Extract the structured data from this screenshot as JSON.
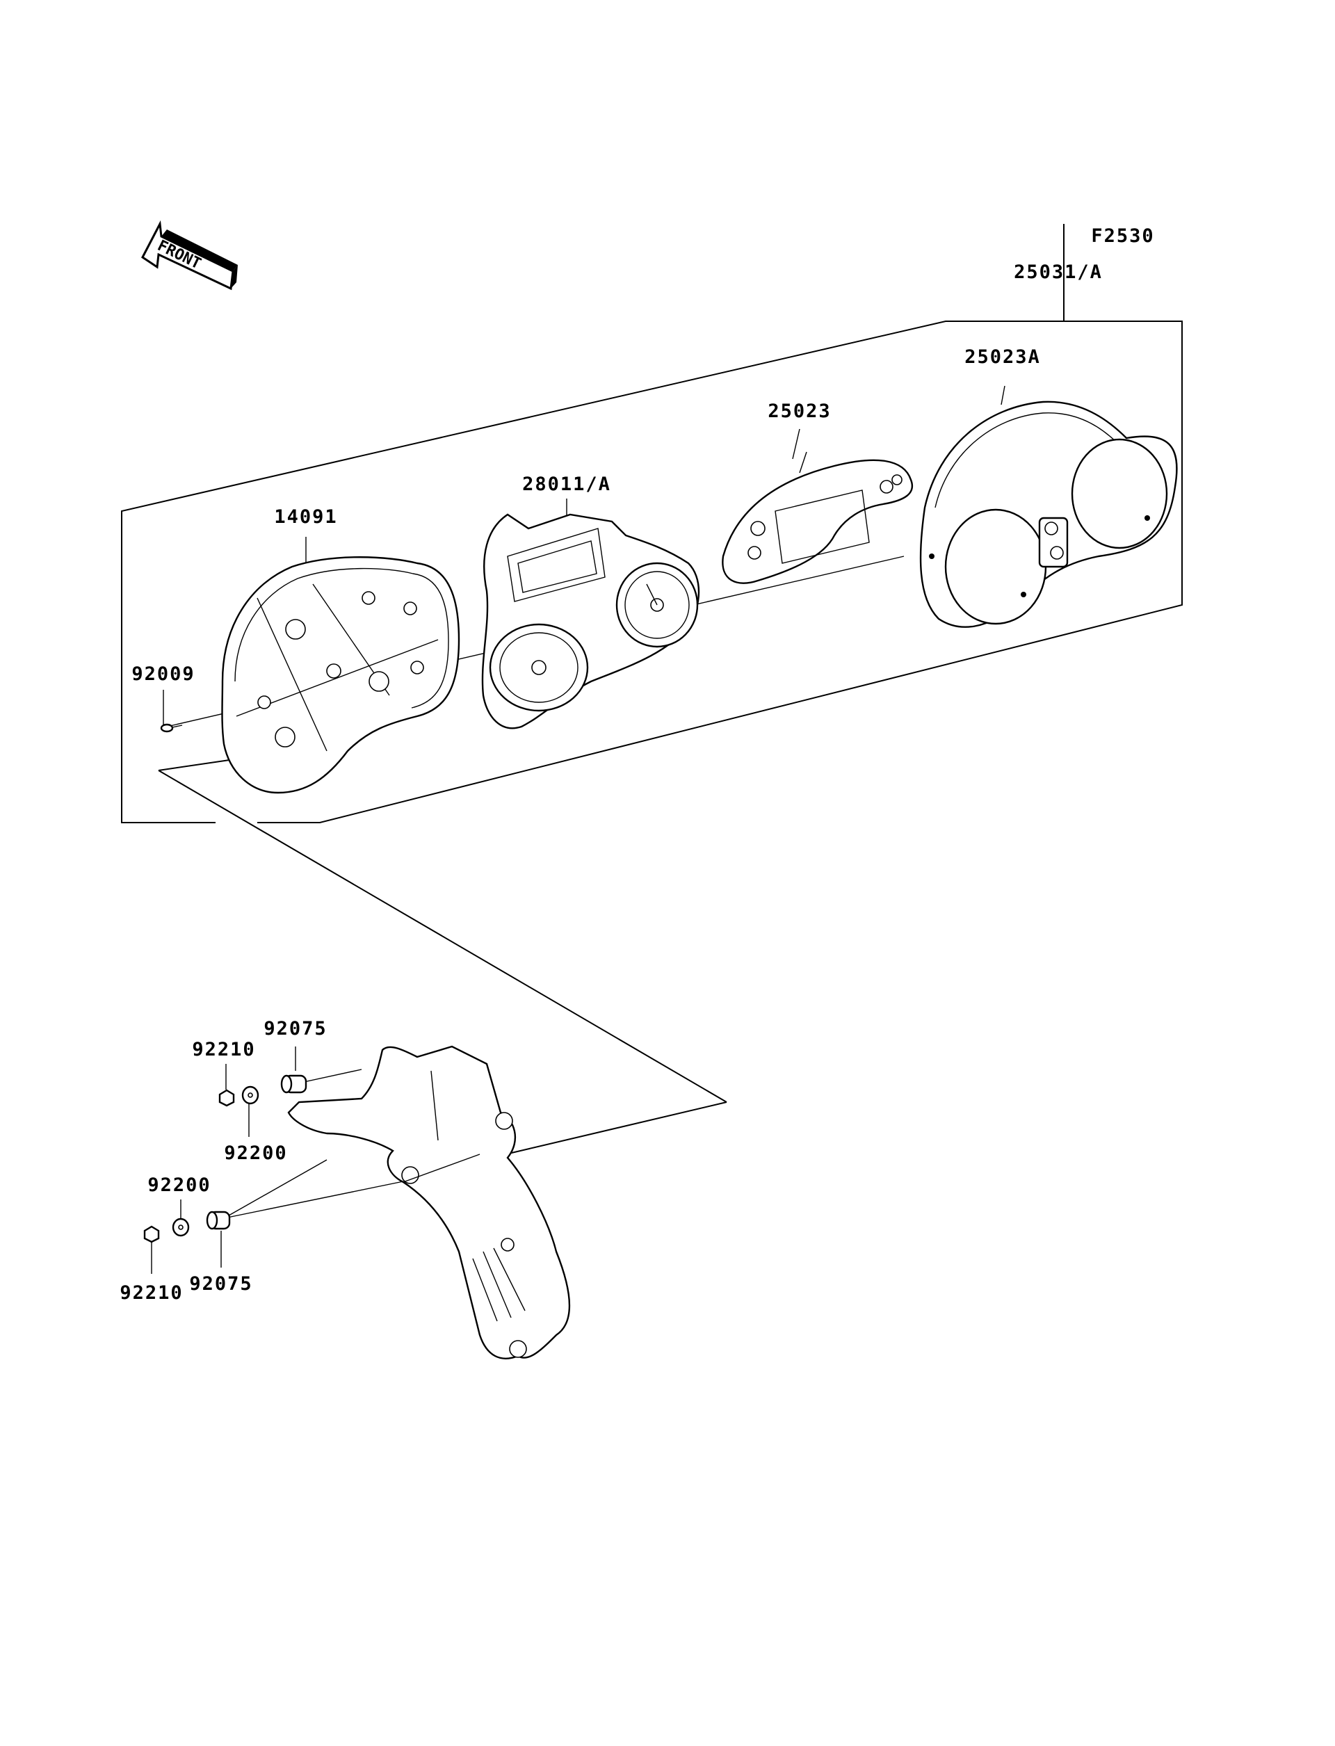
{
  "figure_code": "F2530",
  "front_label": "FRONT",
  "parts": {
    "p25031": "25031/A",
    "p25023A": "25023A",
    "p25023": "25023",
    "p28011": "28011/A",
    "p14091": "14091",
    "p92009": "92009",
    "p92210_top": "92210",
    "p92075_top": "92075",
    "p92200_top": "92200",
    "p92200_bot": "92200",
    "p92210_bot": "92210",
    "p92075_bot": "92075"
  }
}
